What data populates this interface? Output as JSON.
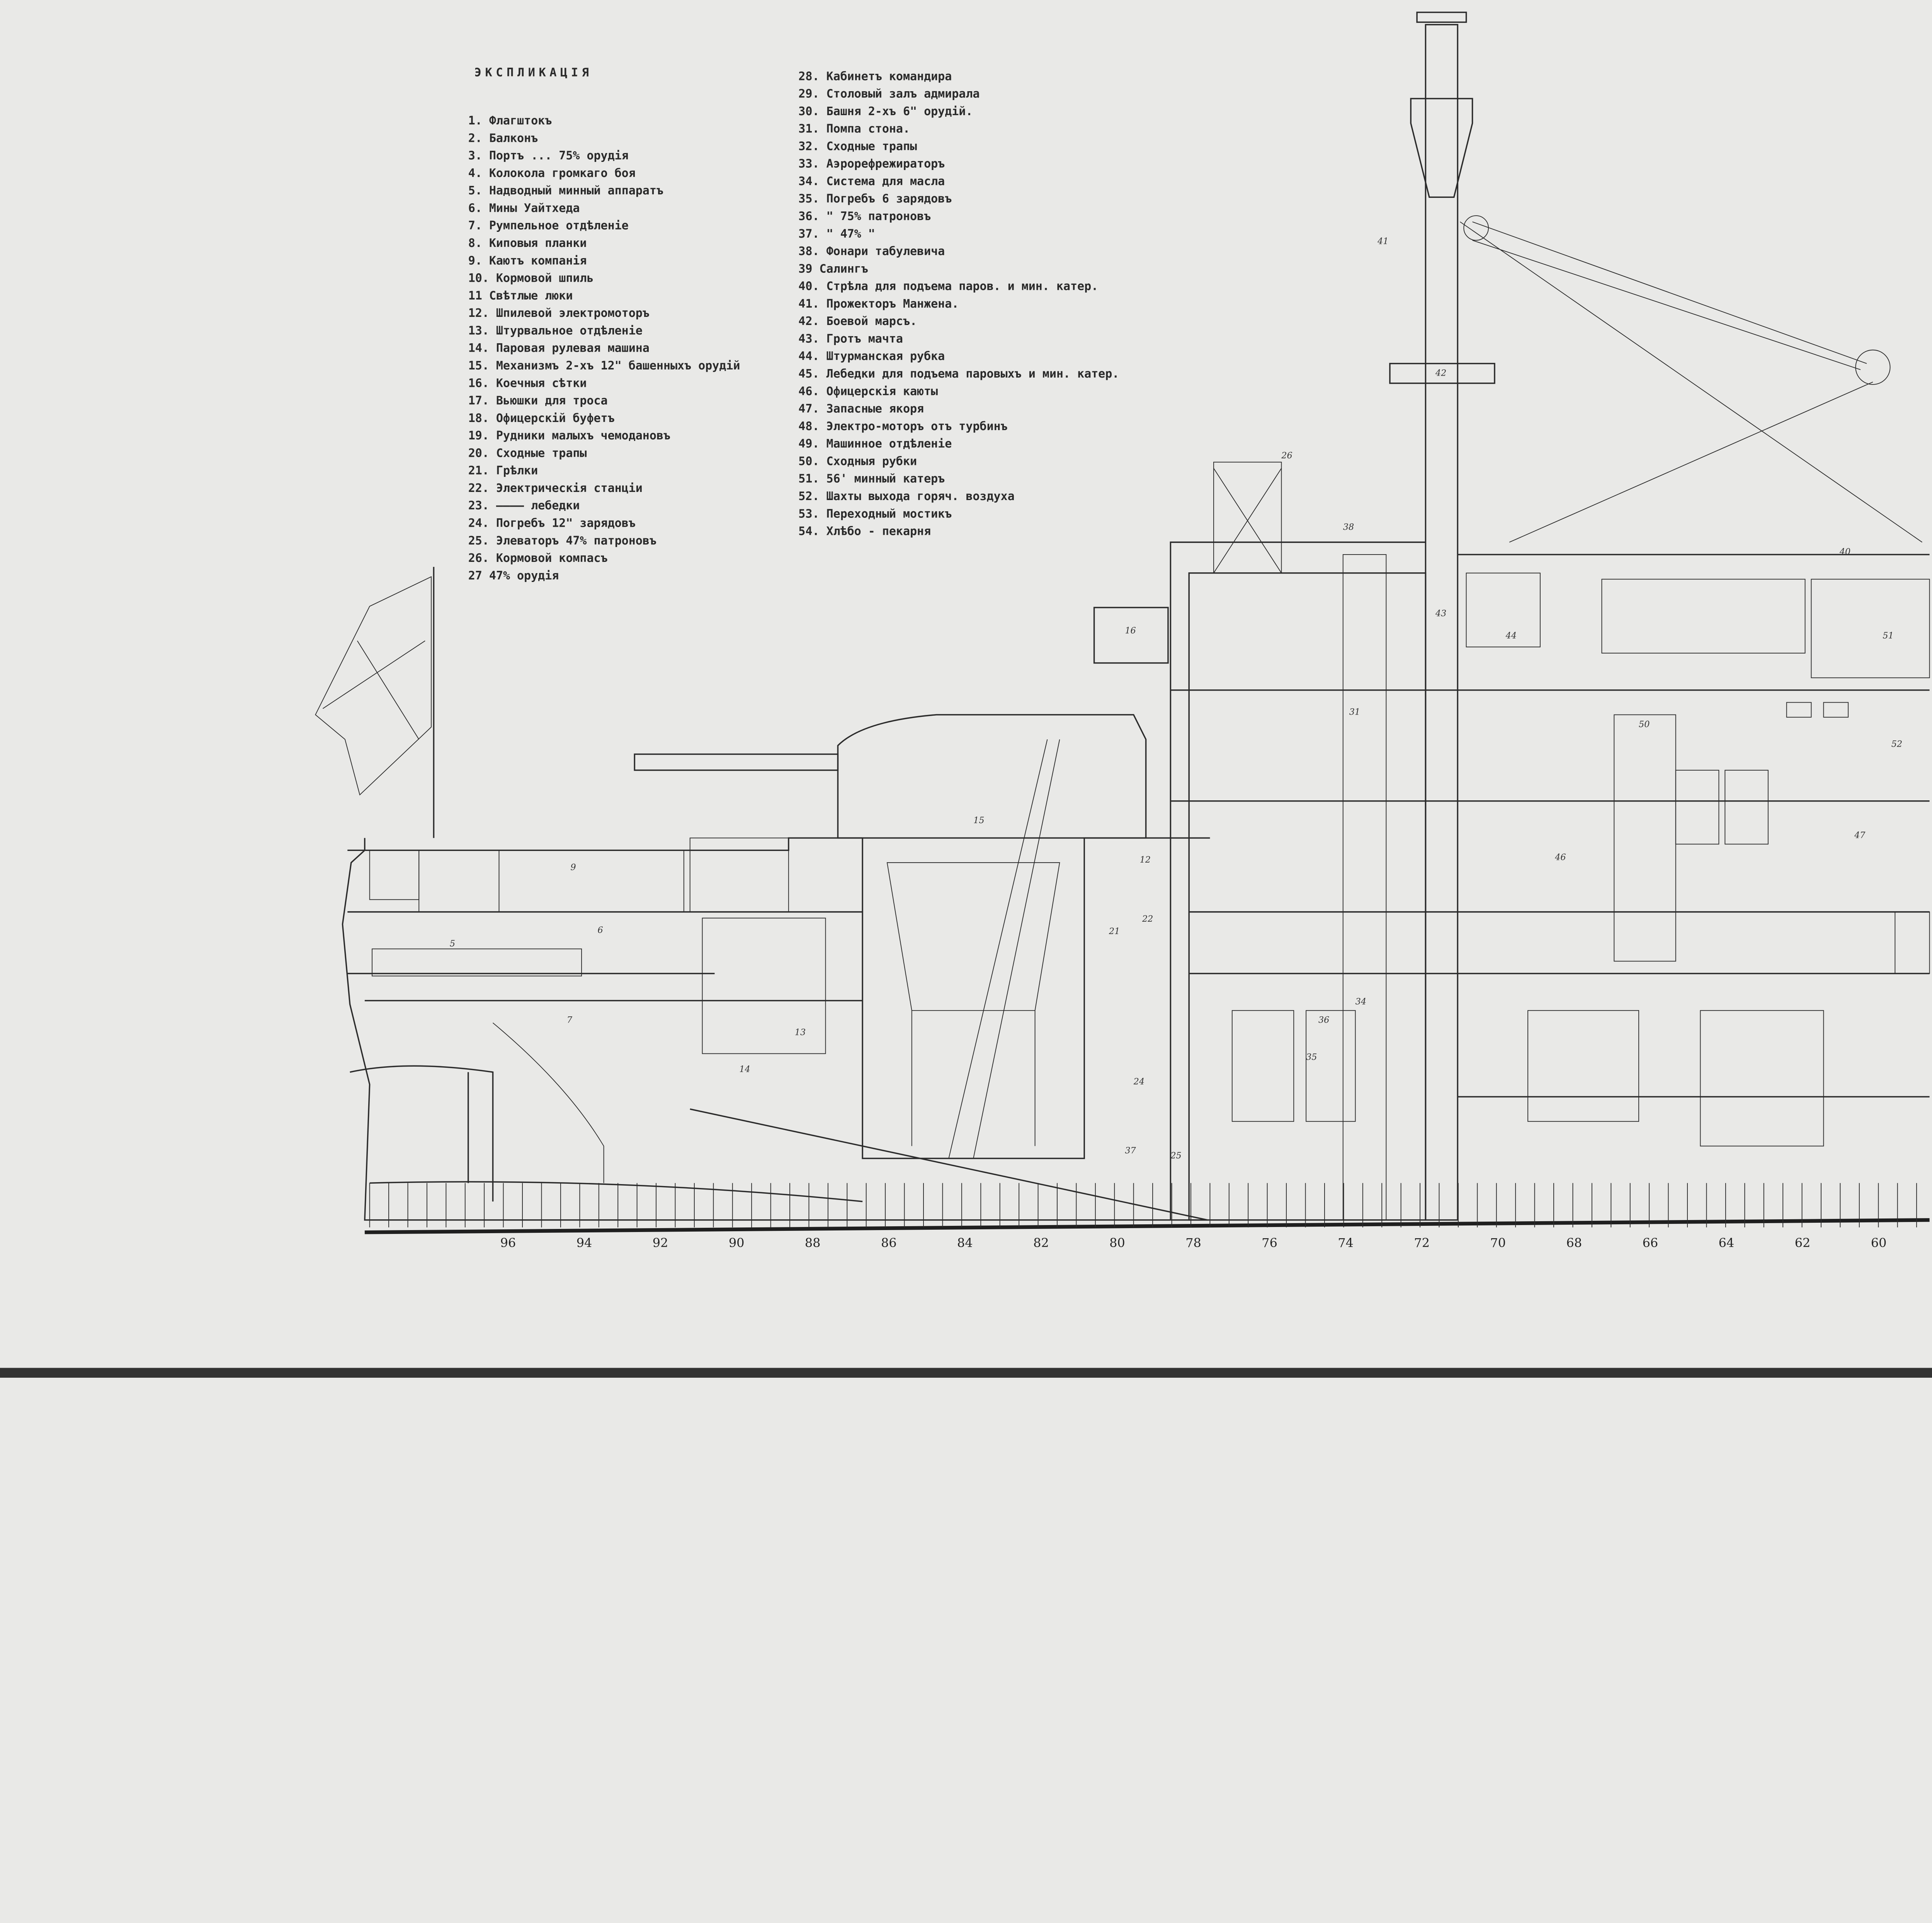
{
  "legend": {
    "title": "ЭКСПЛИКАЦIЯ",
    "items": [
      "1. Флагштокъ",
      "2. Балконъ",
      "3. Портъ ... 75% орудiя",
      "4. Колокола громкаго боя",
      "5. Надводный минный аппаратъ",
      "6. Мины Уайтхеда",
      "7. Румпельное отдѣленiе",
      "8. Киповыя планки",
      "9. Каютъ компанiя",
      "10. Кормовой шпиль",
      "11 Свѣтлые люки",
      "12. Шпилевой электромоторъ",
      "13. Штурвальное отдѣленiе",
      "14. Паровая рулевая машина",
      "15. Механизмъ 2-хъ 12\" башенныхъ орудiй",
      "16. Коечныя сѣтки",
      "17. Вьюшки для троса",
      "18. Офицерскiй буфетъ",
      "19. Рудники малыхъ чемодановъ",
      "20. Сходные трапы",
      "21. Грѣлки",
      "22. Электрическiя станцiи",
      "23. ———— лебедки",
      "24. Погребъ 12\" зарядовъ",
      "25. Элеваторъ 47% патроновъ",
      "26. Кормовой компасъ",
      "27 47% орудiя",
      "28. Кабинетъ командира",
      "29. Столовый залъ адмирала",
      "30. Башня 2-хъ 6\" орудiй.",
      "31. Помпа стона.",
      "32. Сходные трапы",
      "33. Аэрорефрежираторъ",
      "34. Система для масла",
      "35. Погребъ 6 зарядовъ",
      "36. \" 75% патроновъ",
      "37. \" 47% \"",
      "38. Фонари табулевича",
      "39 Салингъ",
      "40. Стрѣла для подъема паров. и мин. катер.",
      "41. Прожекторъ Манжена.",
      "42. Боевой марсъ.",
      "43. Гротъ мачта",
      "44. Штурманская рубка",
      "45. Лебедки для подъема паровыхъ и мин. катер.",
      "46. Офицерскiя каюты",
      "47. Запасные якоря",
      "48. Электро-моторъ отъ турбинъ",
      "49. Машинное отдѣленiе",
      "50. Сходныя рубки",
      "51. 56' минный катеръ",
      "52. Шахты выхода горяч. воздуха",
      "53. Переходный мостикъ",
      "54. Хлѣбо - пекарня"
    ]
  },
  "frames": [
    "96",
    "94",
    "92",
    "90",
    "88",
    "86",
    "84",
    "82",
    "80",
    "78",
    "76",
    "74",
    "72",
    "70",
    "68",
    "66",
    "64",
    "62",
    "60"
  ],
  "callouts": [
    "16",
    "15",
    "9",
    "6",
    "5",
    "7",
    "13",
    "14",
    "24",
    "37",
    "35",
    "36",
    "34",
    "42",
    "43",
    "44",
    "40",
    "51",
    "52",
    "50",
    "46",
    "47",
    "26",
    "38",
    "41",
    "31",
    "21",
    "22",
    "12",
    "25"
  ],
  "colors": {
    "paper": "#e9e9e7",
    "ink": "#2b2b2b"
  }
}
